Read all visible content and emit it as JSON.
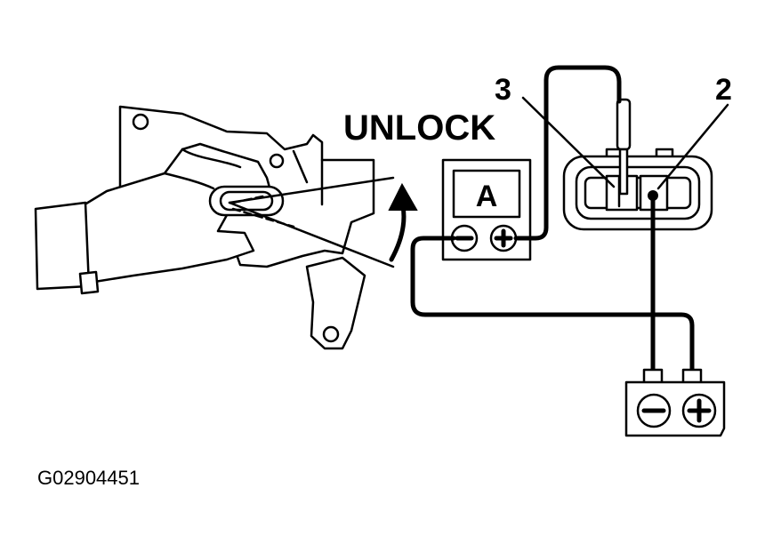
{
  "labels": {
    "unlock": "UNLOCK",
    "terminal_3": "3",
    "terminal_2": "2",
    "ammeter": "A",
    "figure_code": "G02904451"
  },
  "symbols": {
    "minus": "minus-sign",
    "plus": "plus-sign"
  }
}
